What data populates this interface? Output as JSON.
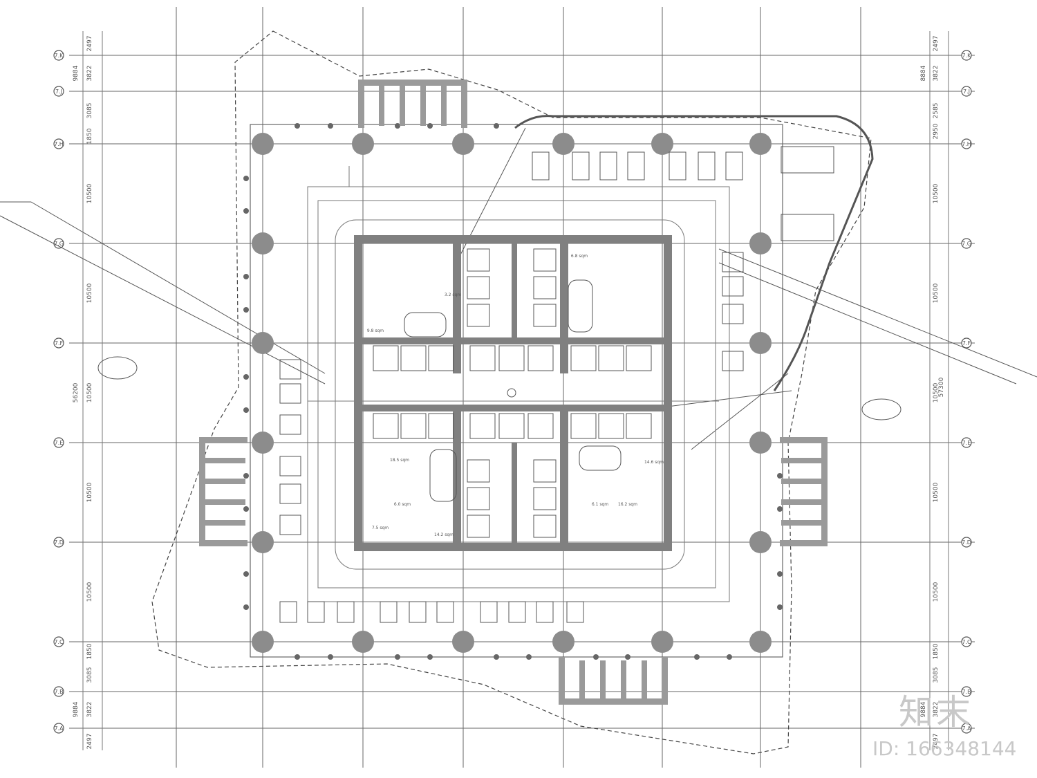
{
  "grid": {
    "axis_labels": [
      "7.K",
      "7.J",
      "7.H",
      "7.G",
      "7.F",
      "7.E",
      "7.D",
      "7.C",
      "7.B",
      "7.A"
    ],
    "left_dims": [
      "2497",
      "3822",
      "3085",
      "1850",
      "10500",
      "10500",
      "10500",
      "10500",
      "10500",
      "1850",
      "3085",
      "3822",
      "2497"
    ],
    "left_totals": [
      "9884",
      "56200",
      "9884"
    ],
    "right_dims": [
      "2497",
      "3822",
      "2585",
      "2950",
      "10500",
      "10500",
      "10500",
      "10500",
      "10500",
      "1850",
      "3085",
      "3822",
      "2497"
    ],
    "right_totals": [
      "8884",
      "57300",
      "9884"
    ]
  },
  "rooms": {
    "r1": "9.8 sqm",
    "r2": "3.2 sqm",
    "r3": "6.8 sqm",
    "r4": "18.5 sqm",
    "r5": "6.0 sqm",
    "r6": "7.5 sqm",
    "r7": "14.2 sqm",
    "r8": "6.1 sqm",
    "r9": "16.2 sqm",
    "r10": "14.6 sqm"
  },
  "watermark": {
    "logo": "知末",
    "id": "ID: 166348144"
  },
  "colors": {
    "line": "#555555",
    "wall": "#808080",
    "column": "#8c8c8c",
    "brace": "#9a9a9a"
  }
}
